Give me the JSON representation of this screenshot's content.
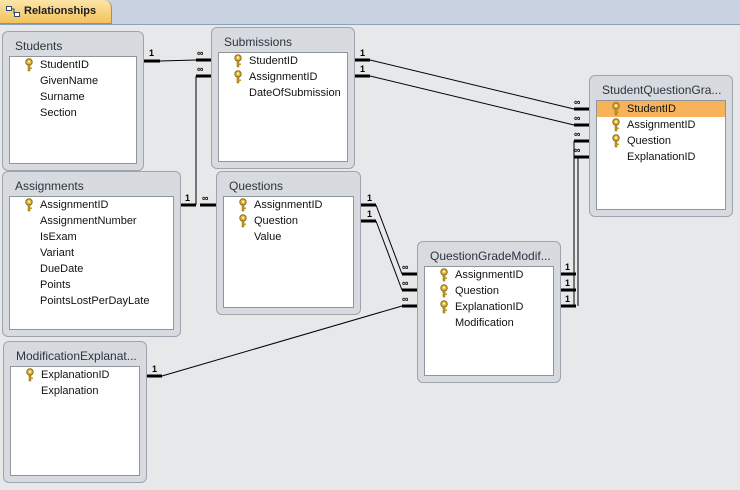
{
  "tab": {
    "label": "Relationships"
  },
  "tables": {
    "students": {
      "title": "Students",
      "fields": [
        "StudentID",
        "GivenName",
        "Surname",
        "Section"
      ]
    },
    "submissions": {
      "title": "Submissions",
      "fields": [
        "StudentID",
        "AssignmentID",
        "DateOfSubmission"
      ]
    },
    "assignments": {
      "title": "Assignments",
      "fields": [
        "AssignmentID",
        "AssignmentNumber",
        "IsExam",
        "Variant",
        "DueDate",
        "Points",
        "PointsLostPerDayLate"
      ]
    },
    "questions": {
      "title": "Questions",
      "fields": [
        "AssignmentID",
        "Question",
        "Value"
      ]
    },
    "sqg": {
      "title": "StudentQuestionGra...",
      "fields": [
        "StudentID",
        "AssignmentID",
        "Question",
        "ExplanationID"
      ]
    },
    "qgm": {
      "title": "QuestionGradeModif...",
      "fields": [
        "AssignmentID",
        "Question",
        "ExplanationID",
        "Modification"
      ]
    },
    "modexp": {
      "title": "ModificationExplanat...",
      "fields": [
        "ExplanationID",
        "Explanation"
      ]
    }
  },
  "cardinality": {
    "one": "1",
    "many": "∞"
  }
}
